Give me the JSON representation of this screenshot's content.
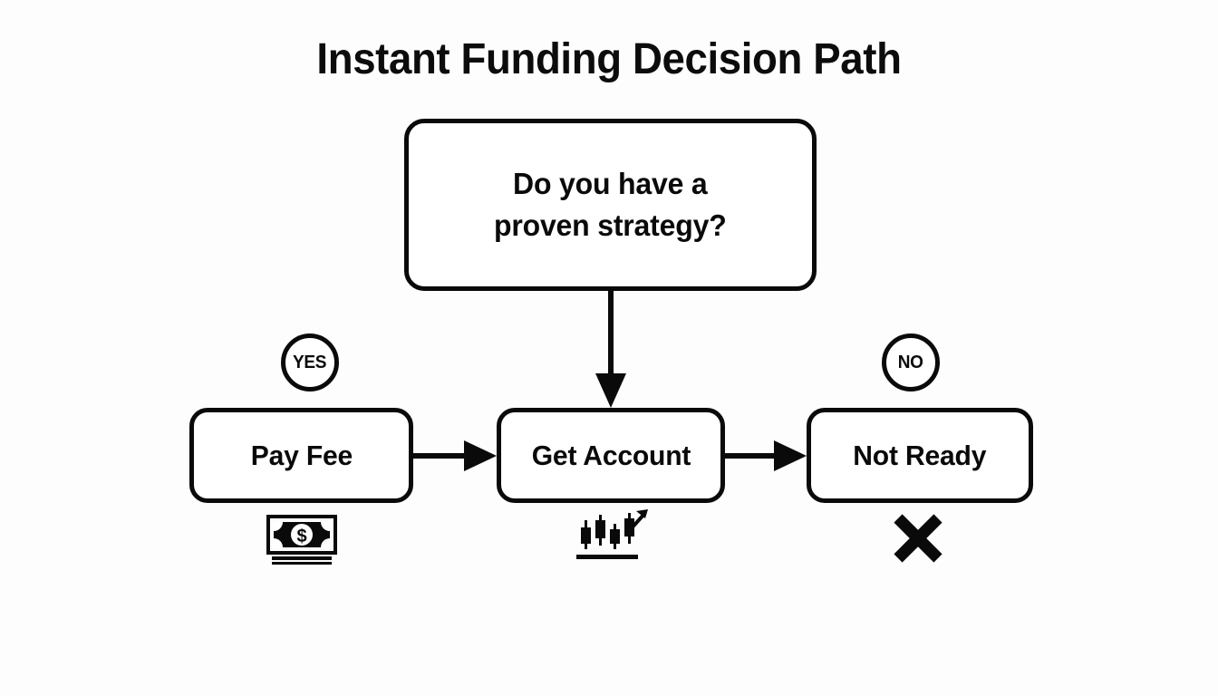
{
  "page": {
    "title": "Instant Funding Decision Path",
    "background_color": "#fdfdfd",
    "ink_color": "#0a0a0a"
  },
  "diagram": {
    "type": "flowchart",
    "decision": {
      "id": "decision-node",
      "label": "Do you have a\nproven strategy?",
      "shape": "rounded-rectangle"
    },
    "branches": [
      {
        "id": "badge-yes",
        "label": "YES",
        "shape": "circle"
      },
      {
        "id": "badge-no",
        "label": "NO",
        "shape": "circle"
      }
    ],
    "nodes": [
      {
        "id": "node-pay-fee",
        "label": "Pay Fee",
        "shape": "rounded-rectangle",
        "icon": "money-banknote-icon",
        "icon_glyph": "💵"
      },
      {
        "id": "node-get-acct",
        "label": "Get Account",
        "shape": "rounded-rectangle",
        "icon": "chart-increasing-icon",
        "icon_glyph": "📈"
      },
      {
        "id": "node-not-ready",
        "label": "Not Ready",
        "shape": "rounded-rectangle",
        "icon": "cross-mark-icon",
        "icon_glyph": "✖"
      }
    ],
    "connectors": [
      {
        "id": "arrow-decision-to-get-account",
        "from": "decision-node",
        "to": "node-get-acct",
        "direction": "down"
      },
      {
        "id": "arrow-pay-fee-to-get-account",
        "from": "node-pay-fee",
        "to": "node-get-acct",
        "direction": "right"
      },
      {
        "id": "arrow-get-account-to-not-ready",
        "from": "node-get-acct",
        "to": "node-not-ready",
        "direction": "right"
      }
    ]
  }
}
